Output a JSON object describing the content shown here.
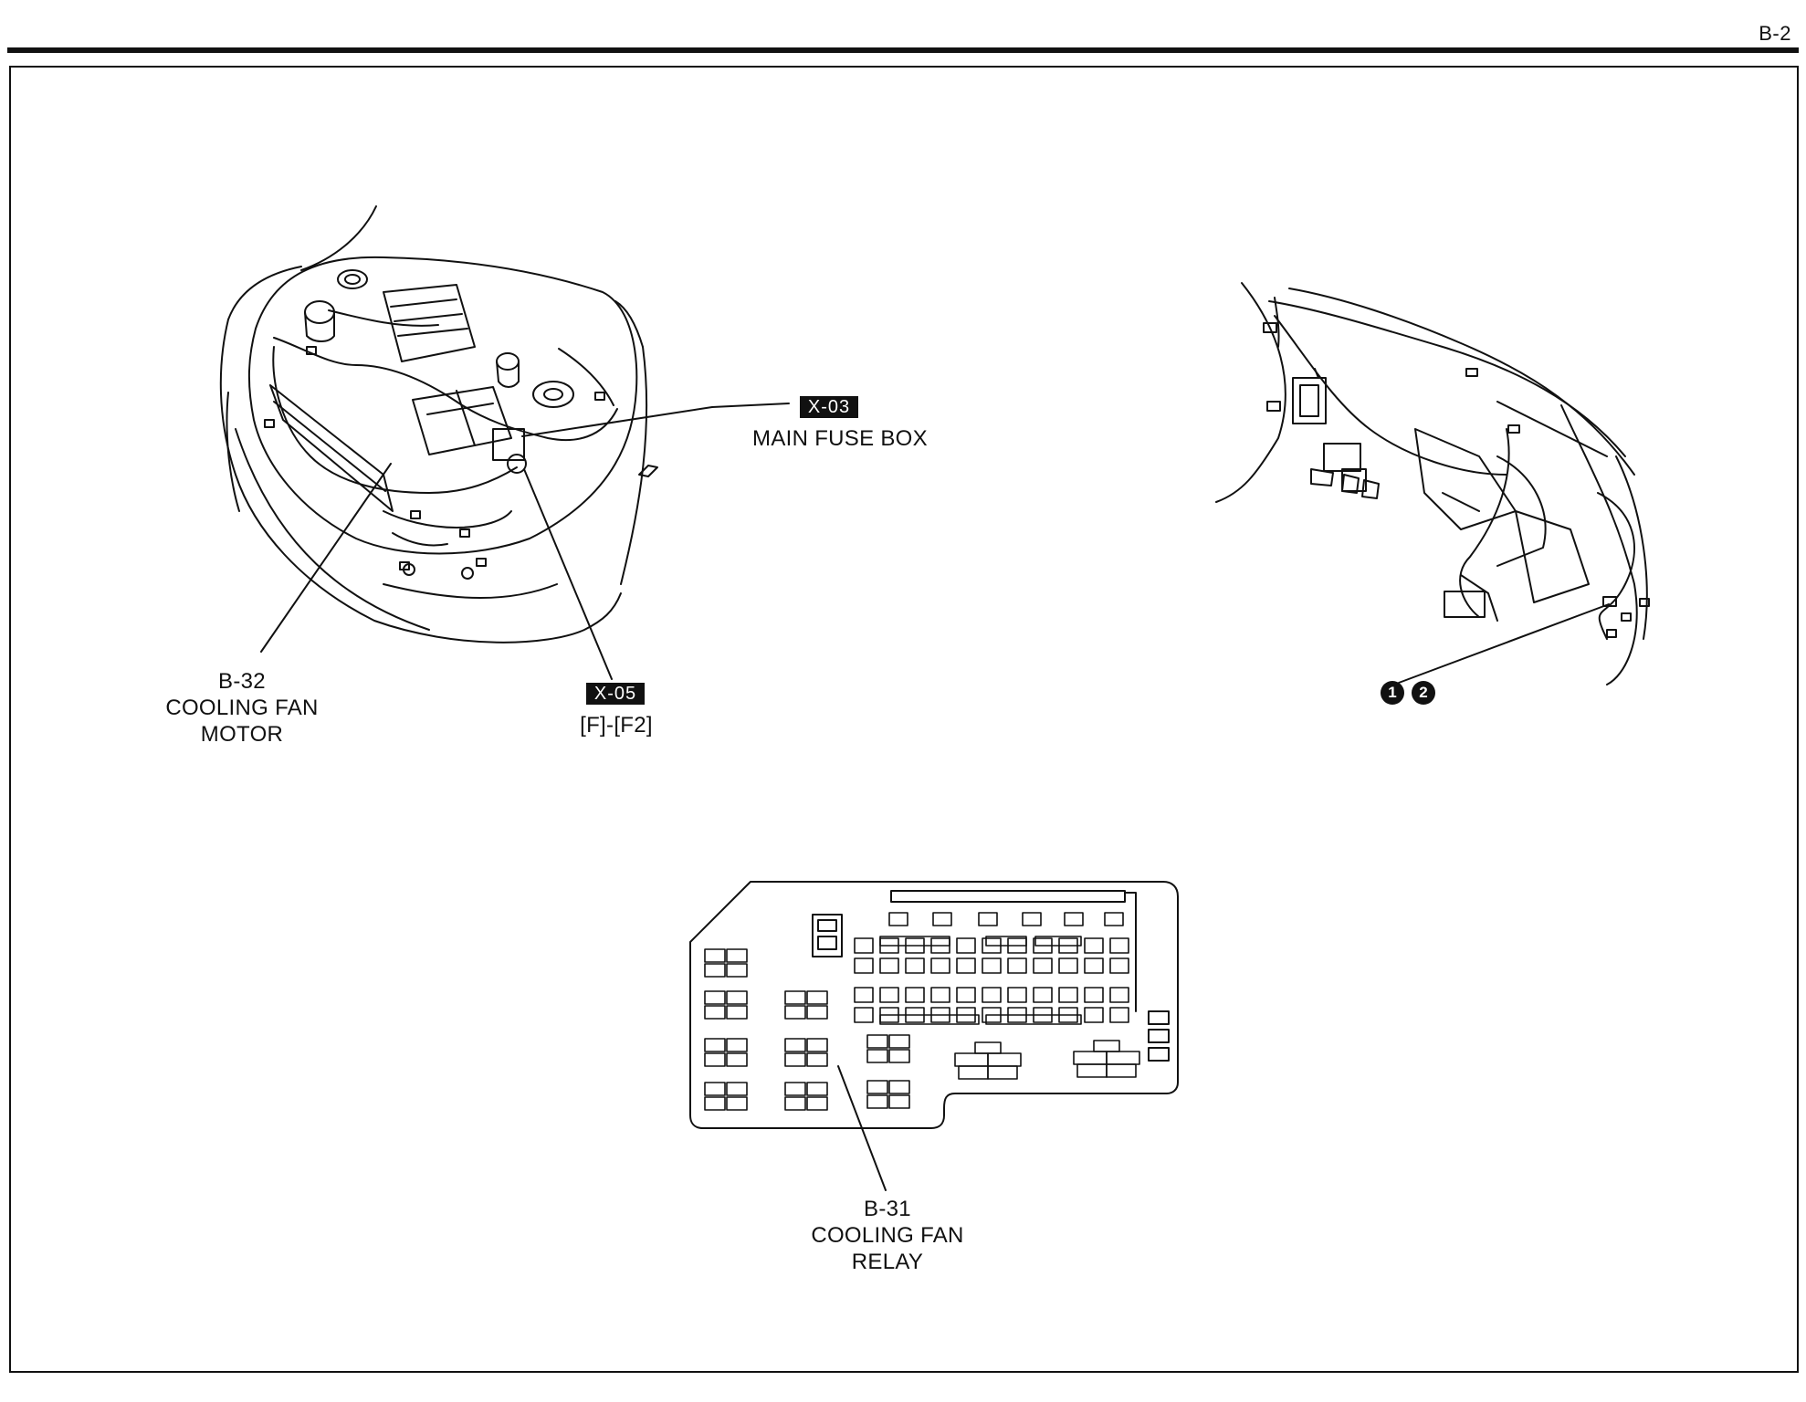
{
  "page_number": "B-2",
  "engine_bay": {
    "main_fuse_box": {
      "code": "X-03",
      "name": "MAIN FUSE BOX"
    },
    "fuse_connector": {
      "code": "X-05",
      "pins": "[F]-[F2]"
    },
    "cooling_fan_motor": {
      "code": "B-32",
      "line1": "COOLING FAN",
      "line2": "MOTOR"
    }
  },
  "dashboard": {
    "callouts": [
      "1",
      "2"
    ]
  },
  "fuse_box_layout": {
    "cooling_fan_relay": {
      "code": "B-31",
      "line1": "COOLING FAN",
      "line2": "RELAY"
    }
  },
  "colors": {
    "ink": "#111111",
    "paper": "#ffffff"
  }
}
